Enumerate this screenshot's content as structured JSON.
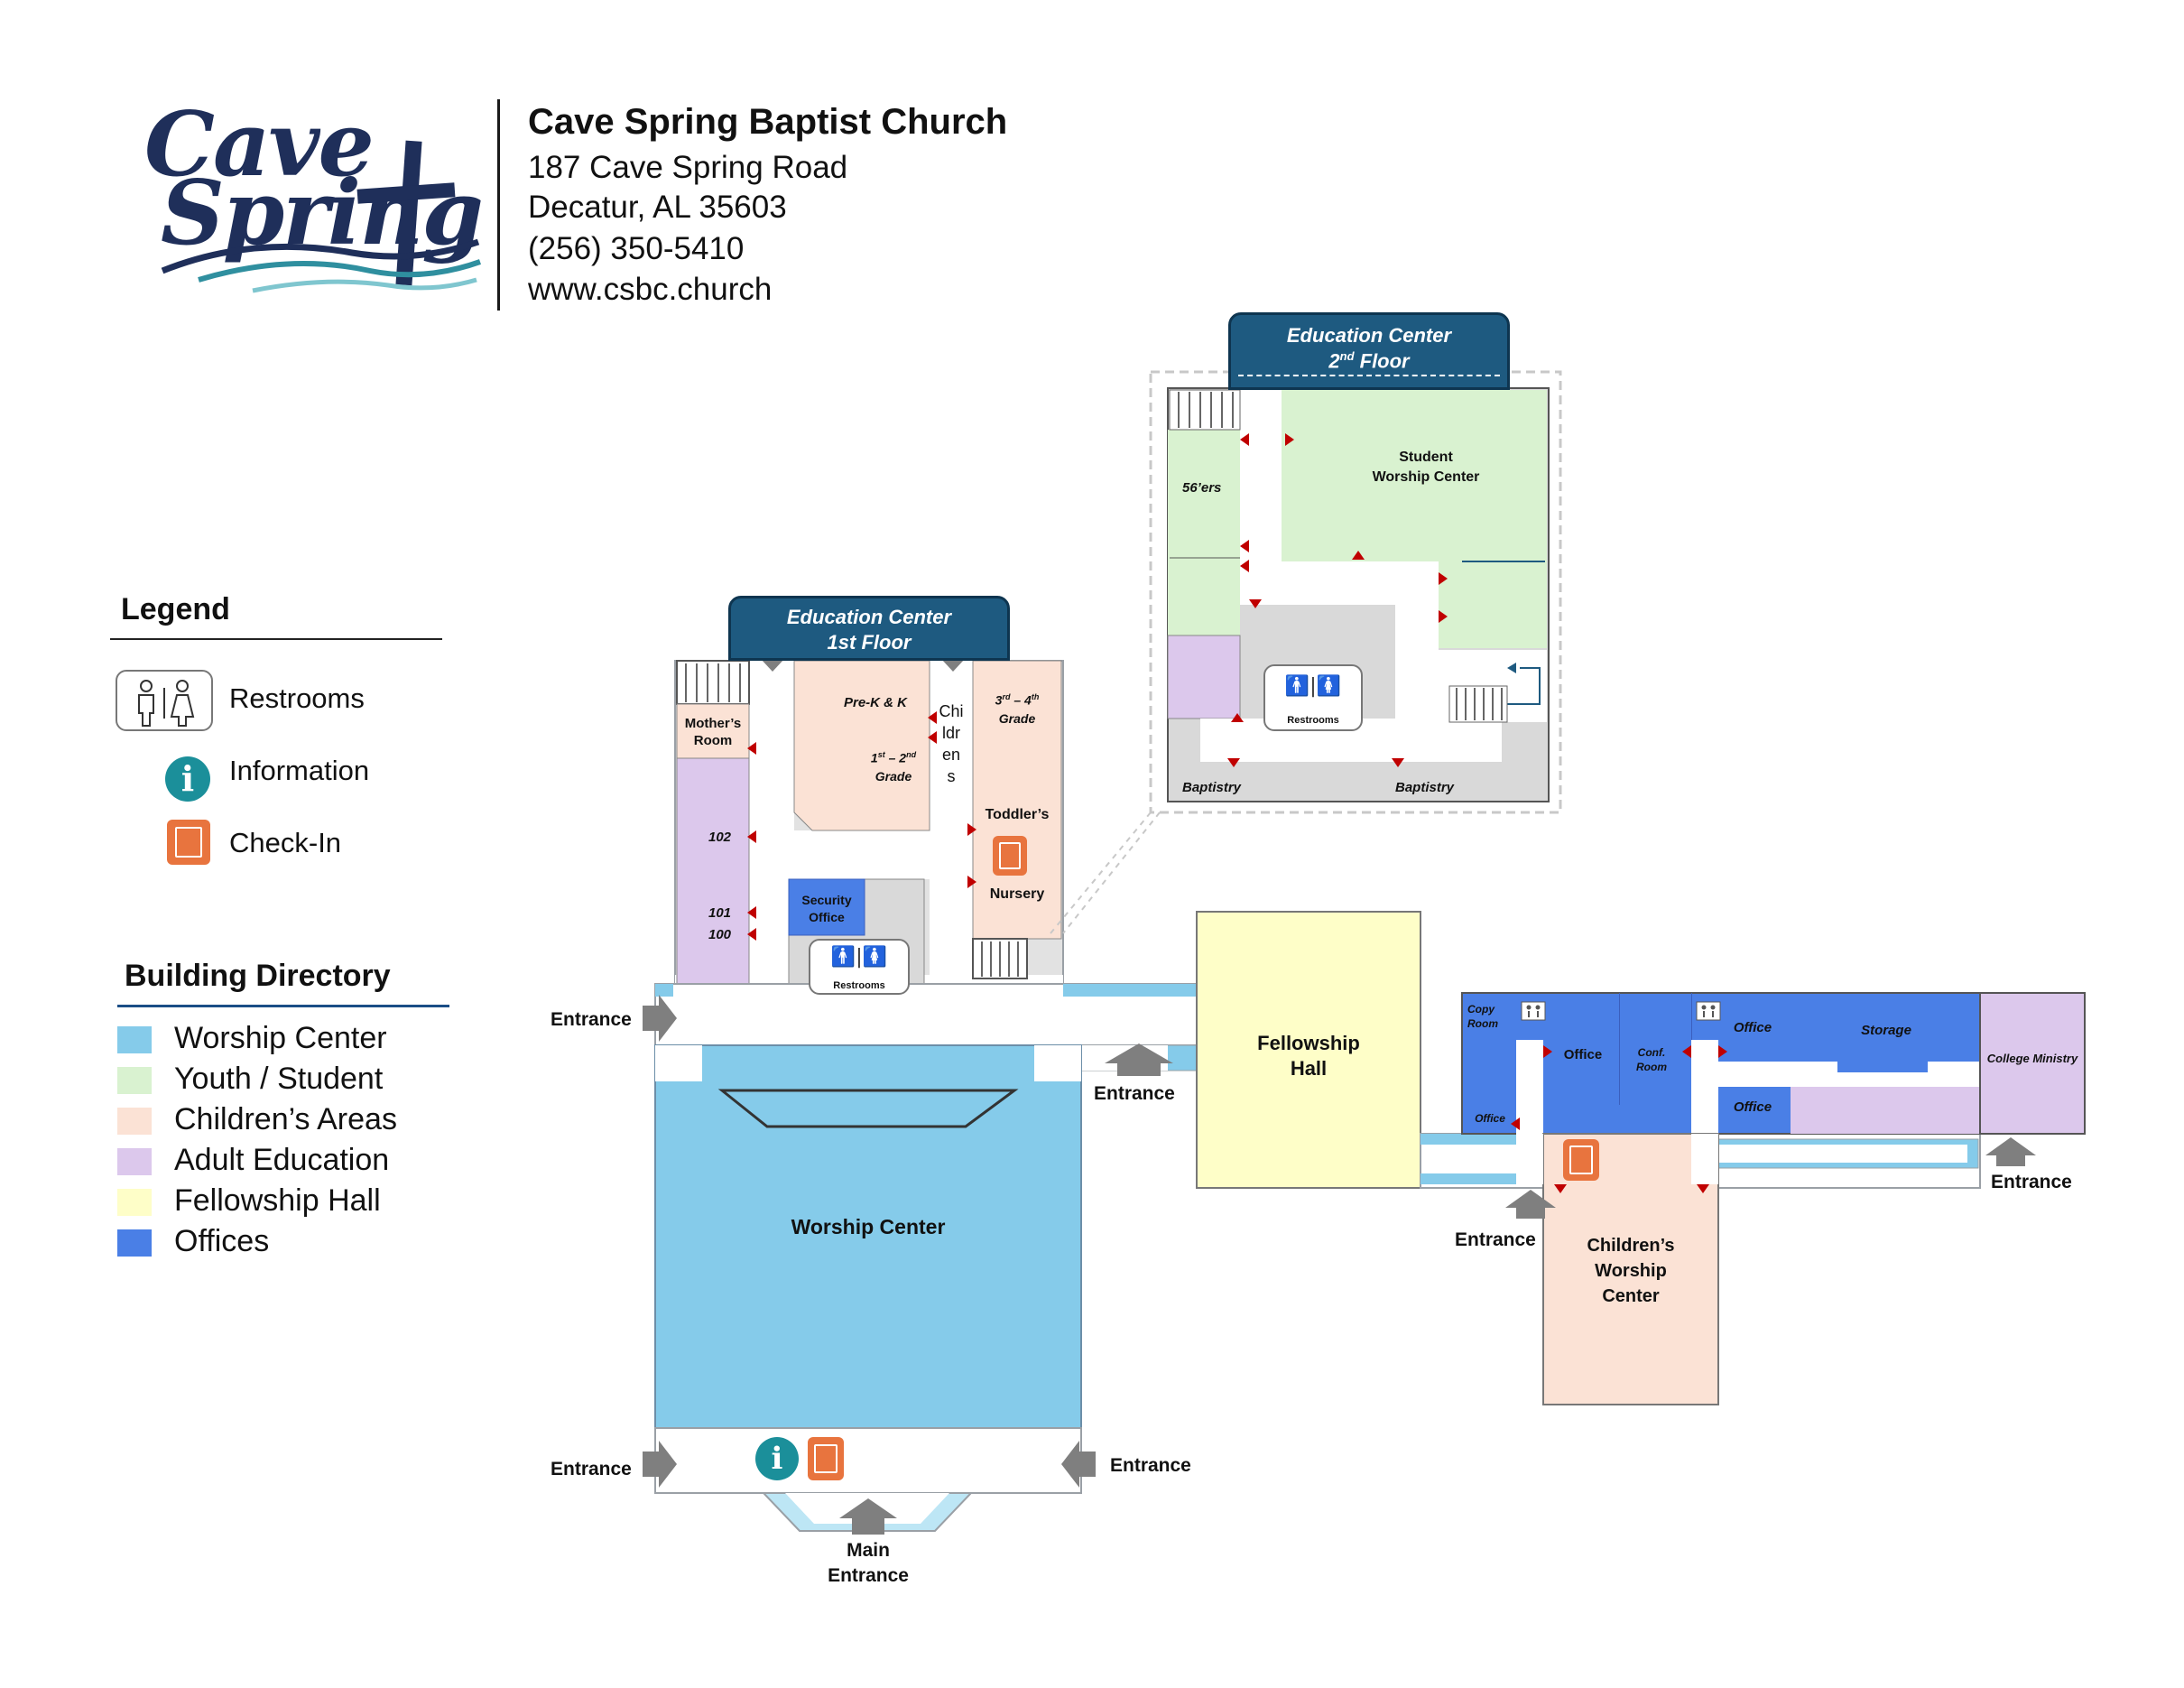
{
  "header": {
    "logo_word1": "Cave",
    "logo_word2": "Spring",
    "church_name": "Cave Spring Baptist Church",
    "address_line1": "187 Cave Spring Road",
    "address_line2": "Decatur, AL 35603",
    "phone": "(256) 350-5410",
    "website": "www.csbc.church"
  },
  "legend": {
    "title": "Legend",
    "restrooms": "Restrooms",
    "information": "Information",
    "checkin": "Check-In"
  },
  "directory": {
    "title": "Building Directory",
    "items": [
      {
        "label": "Worship Center",
        "color": "#85cbea"
      },
      {
        "label": "Youth / Student",
        "color": "#d9f2d0"
      },
      {
        "label": "Children’s Areas",
        "color": "#fbe2d5"
      },
      {
        "label": "Adult Education",
        "color": "#dcc8ec"
      },
      {
        "label": "Fellowship Hall",
        "color": "#fefec8"
      },
      {
        "label": "Offices",
        "color": "#4a7fe6"
      }
    ]
  },
  "map": {
    "ed1_tab_line1": "Education Center",
    "ed1_tab_line2": "1st Floor",
    "ed2_tab_line1": "Education Center",
    "ed2_tab_line2_num": "2",
    "ed2_tab_line2_sup": "nd",
    "ed2_tab_line2_rest": " Floor",
    "mothers_room": "Mother’s Room",
    "room_102": "102",
    "room_101": "101",
    "room_100": "100",
    "prek": "Pre-K & K",
    "grade12_a": "1",
    "grade12_sup1": "st",
    "grade12_b": " – 2",
    "grade12_sup2": "nd",
    "grade12_c": "Grade",
    "childrens_vertical": "Childrens",
    "grade34_a": "3",
    "grade34_sup1": "rd",
    "grade34_b": " – 4",
    "grade34_sup2": "th",
    "grade34_c": "Grade",
    "toddlers": "Toddler’s",
    "nursery": "Nursery",
    "security_office": "Security Office",
    "restrooms": "Restrooms",
    "worship_center": "Worship Center",
    "fellowship_hall": "Fellowship Hall",
    "childrens_worship": "Children’s Worship Center",
    "copy_room": "Copy Room",
    "office": "Office",
    "conf_room": "Conf. Room",
    "storage": "Storage",
    "college_ministry": "College Ministry",
    "student_worship": "Student Worship Center",
    "fifty_sixers": "56’ers",
    "baptistry": "Baptistry",
    "entrance": "Entrance",
    "main_entrance": "Main Entrance"
  }
}
